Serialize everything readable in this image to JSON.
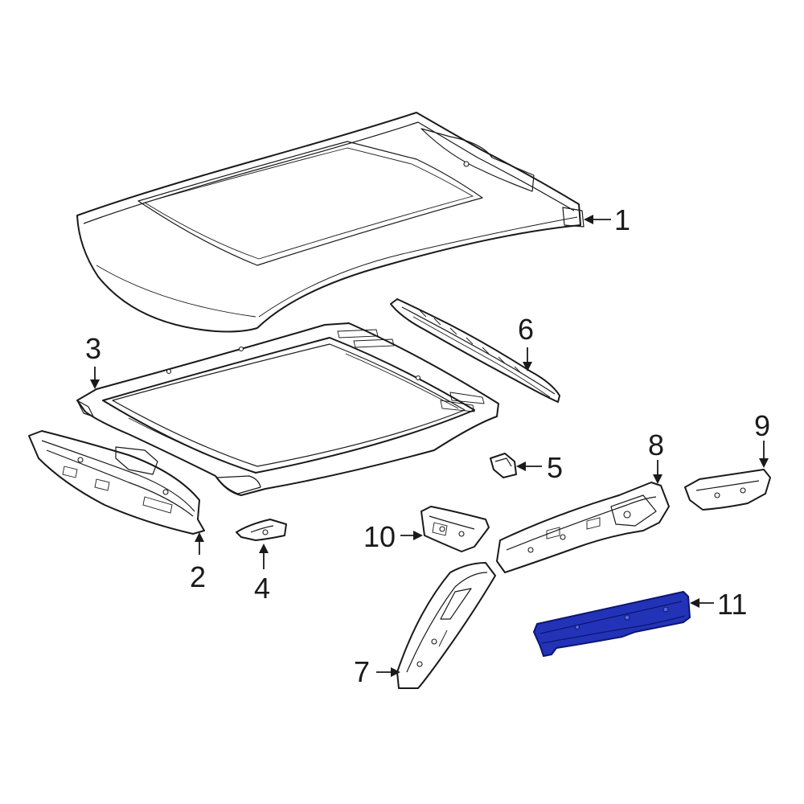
{
  "diagram": {
    "highlight_color": "#2233b8",
    "line_color": "#1a1a1a",
    "highlighted_part": "11",
    "callouts": [
      {
        "id": "c1",
        "label": "1"
      },
      {
        "id": "c2",
        "label": "2"
      },
      {
        "id": "c3",
        "label": "3"
      },
      {
        "id": "c4",
        "label": "4"
      },
      {
        "id": "c5",
        "label": "5"
      },
      {
        "id": "c6",
        "label": "6"
      },
      {
        "id": "c7",
        "label": "7"
      },
      {
        "id": "c8",
        "label": "8"
      },
      {
        "id": "c9",
        "label": "9"
      },
      {
        "id": "c10",
        "label": "10"
      },
      {
        "id": "c11",
        "label": "11"
      }
    ]
  }
}
